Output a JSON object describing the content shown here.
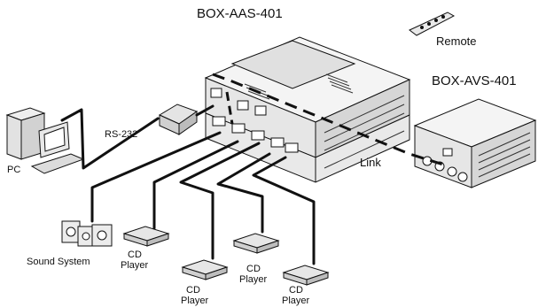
{
  "labels": {
    "main_unit": "BOX-AAS-401",
    "secondary_unit": "BOX-AVS-401",
    "remote": "Remote",
    "pc": "PC",
    "rs232": "RS-232",
    "link": "Link",
    "sound_system": "Sound  System",
    "cd_player_1_line1": "CD",
    "cd_player_1_line2": "Player",
    "cd_player_2_line1": "CD",
    "cd_player_2_line2": "Player",
    "cd_player_3_line1": "CD",
    "cd_player_3_line2": "Player",
    "cd_player_4_line1": "CD",
    "cd_player_4_line2": "Player"
  },
  "colors": {
    "line": "#111111",
    "device_fill": "#f4f4f4",
    "device_shade": "#cfcfcf"
  }
}
